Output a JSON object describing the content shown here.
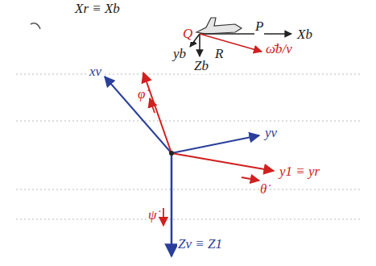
{
  "diagram": {
    "labels": [
      "Xr ≡ Xb",
      "xv",
      "φ̇",
      "Q",
      "P",
      "Xb",
      "R",
      "yb",
      "Zb",
      "ω̄b/v",
      "yv",
      "θ̇",
      "y1 ≡ yr",
      "ψ̇",
      "Zv ≡ Z1"
    ]
  }
}
